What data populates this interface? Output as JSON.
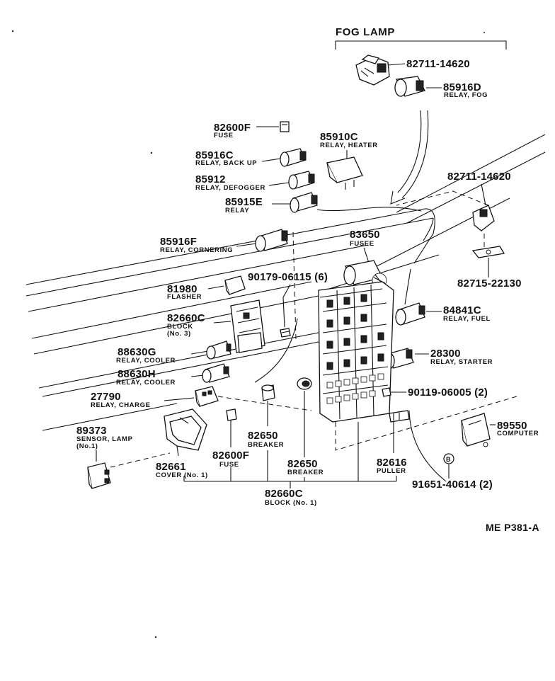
{
  "header": "FOG LAMP",
  "figure_code": "ME P381-A",
  "parts": {
    "p1": {
      "pn": "82711-14620",
      "desc": ""
    },
    "p2": {
      "pn": "85916D",
      "desc": "RELAY, FOG"
    },
    "p3": {
      "pn": "82600F",
      "desc": "FUSE"
    },
    "p4": {
      "pn": "85910C",
      "desc": "RELAY, HEATER"
    },
    "p5": {
      "pn": "85916C",
      "desc": "RELAY, BACK UP"
    },
    "p6": {
      "pn": "85912",
      "desc": "RELAY, DEFOGGER"
    },
    "p7": {
      "pn": "85915E",
      "desc": "RELAY"
    },
    "p8": {
      "pn": "82711-14620",
      "desc": ""
    },
    "p9": {
      "pn": "85916F",
      "desc": "RELAY, CORNERING"
    },
    "p10": {
      "pn": "83650",
      "desc": "FUSEE"
    },
    "p11": {
      "pn": "90179-06115 (6)",
      "desc": ""
    },
    "p12": {
      "pn": "82715-22130",
      "desc": ""
    },
    "p13": {
      "pn": "81980",
      "desc": "FLASHER"
    },
    "p14": {
      "pn": "82660C",
      "desc": "BLOCK",
      "desc2": "(No. 3)"
    },
    "p15": {
      "pn": "84841C",
      "desc": "RELAY, FUEL"
    },
    "p16": {
      "pn": "88630G",
      "desc": "RELAY, COOLER"
    },
    "p17": {
      "pn": "28300",
      "desc": "RELAY, STARTER"
    },
    "p18": {
      "pn": "88630H",
      "desc": "RELAY, COOLER"
    },
    "p19": {
      "pn": "27790",
      "desc": "RELAY, CHARGE"
    },
    "p20": {
      "pn": "90119-06005 (2)",
      "desc": ""
    },
    "p21": {
      "pn": "89373",
      "desc": "SENSOR, LAMP",
      "desc2": "(No.1)"
    },
    "p22": {
      "pn": "89550",
      "desc": "COMPUTER"
    },
    "p23": {
      "pn": "82650",
      "desc": "BREAKER"
    },
    "p24": {
      "pn": "82600F",
      "desc": "FUSE"
    },
    "p25": {
      "pn": "82661",
      "desc": "COVER (No. 1)"
    },
    "p26": {
      "pn": "82650",
      "desc": "BREAKER"
    },
    "p27": {
      "pn": "82616",
      "desc": "PULLER"
    },
    "p28": {
      "pn": "91651-40614 (2)",
      "desc": ""
    },
    "p29": {
      "pn": "82660C",
      "desc": "BLOCK (No. 1)"
    }
  },
  "callout_b": "B"
}
